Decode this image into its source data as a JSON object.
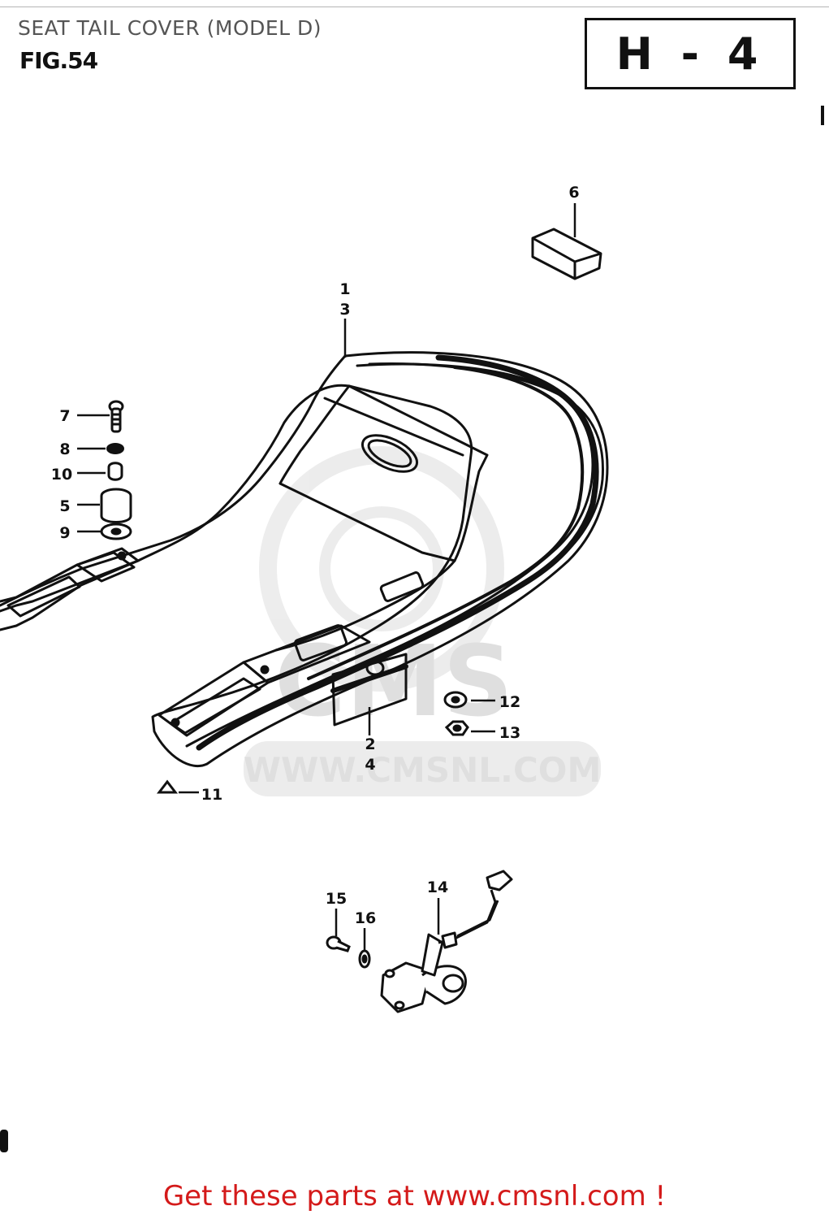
{
  "header": {
    "title": "SEAT TAIL COVER (MODEL D)",
    "figure": "FIG.54",
    "section_code": "H - 4"
  },
  "callouts": [
    {
      "id": "1",
      "label": "1"
    },
    {
      "id": "3",
      "label": "3"
    },
    {
      "id": "2",
      "label": "2"
    },
    {
      "id": "4",
      "label": "4"
    },
    {
      "id": "5",
      "label": "5"
    },
    {
      "id": "6",
      "label": "6"
    },
    {
      "id": "7",
      "label": "7"
    },
    {
      "id": "8",
      "label": "8"
    },
    {
      "id": "9",
      "label": "9"
    },
    {
      "id": "10",
      "label": "10"
    },
    {
      "id": "11",
      "label": "11"
    },
    {
      "id": "12",
      "label": "12"
    },
    {
      "id": "13",
      "label": "13"
    },
    {
      "id": "14",
      "label": "14"
    },
    {
      "id": "15",
      "label": "15"
    },
    {
      "id": "16",
      "label": "16"
    }
  ],
  "watermark": {
    "brand": "CMS",
    "url": "WWW.CMSNL.COM"
  },
  "footer": {
    "link_text": "Get these parts at www.cmsnl.com !",
    "link_color": "#d41a1a"
  }
}
